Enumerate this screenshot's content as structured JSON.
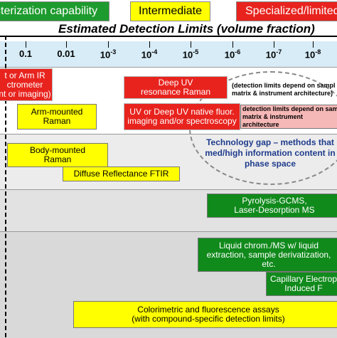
{
  "legend": {
    "green_label": "cterization capability",
    "yellow_label": "Intermediate",
    "red_label": "Specialized/limited",
    "colors": {
      "green": "#1e9b2e",
      "yellow": "#ffff00",
      "red": "#e8231e"
    }
  },
  "title": "Estimated Detection Limits (volume fraction)",
  "axis": {
    "ticks": [
      {
        "base": "0.1",
        "exp": ""
      },
      {
        "base": "0.01",
        "exp": ""
      },
      {
        "base": "10",
        "exp": "-3"
      },
      {
        "base": "10",
        "exp": "-4"
      },
      {
        "base": "10",
        "exp": "-5"
      },
      {
        "base": "10",
        "exp": "-6"
      },
      {
        "base": "10",
        "exp": "-7"
      },
      {
        "base": "10",
        "exp": "-8"
      }
    ]
  },
  "boxes": {
    "arm_ir": "t or Arm IR\nctrometer\nnt or imaging)",
    "deep_uv": "Deep UV\nresonance Raman",
    "arm_raman": "Arm-mounted\nRaman",
    "uv_native": "UV or Deep UV native fluor.\nimaging and/or spectroscopy",
    "pink_note": "detection limits depend on sam\nmatrix & instrument architecture",
    "body_raman": "Body-mounted\nRaman",
    "diffuse_ftir": "Diffuse Reflectance FTIR",
    "pyrolysis": "Pyrolysis-GCMS,\nLaser-Desorption MS",
    "liquid_chrom": "Liquid chrom./MS w/ liquid\nextraction, sample derivatization,\netc.",
    "capillary": "Capillary Electrop\nInduced F",
    "colorimetric": "Colorimetric and fluorescence assays\n(with compound-specific detection limits)"
  },
  "notes": {
    "ellipse_note": "(detection limits depend on sampl\nmatrix & instrument architecture)",
    "tech_gap": "Technology gap – methods that\nmed/high information content in\nphase space"
  }
}
